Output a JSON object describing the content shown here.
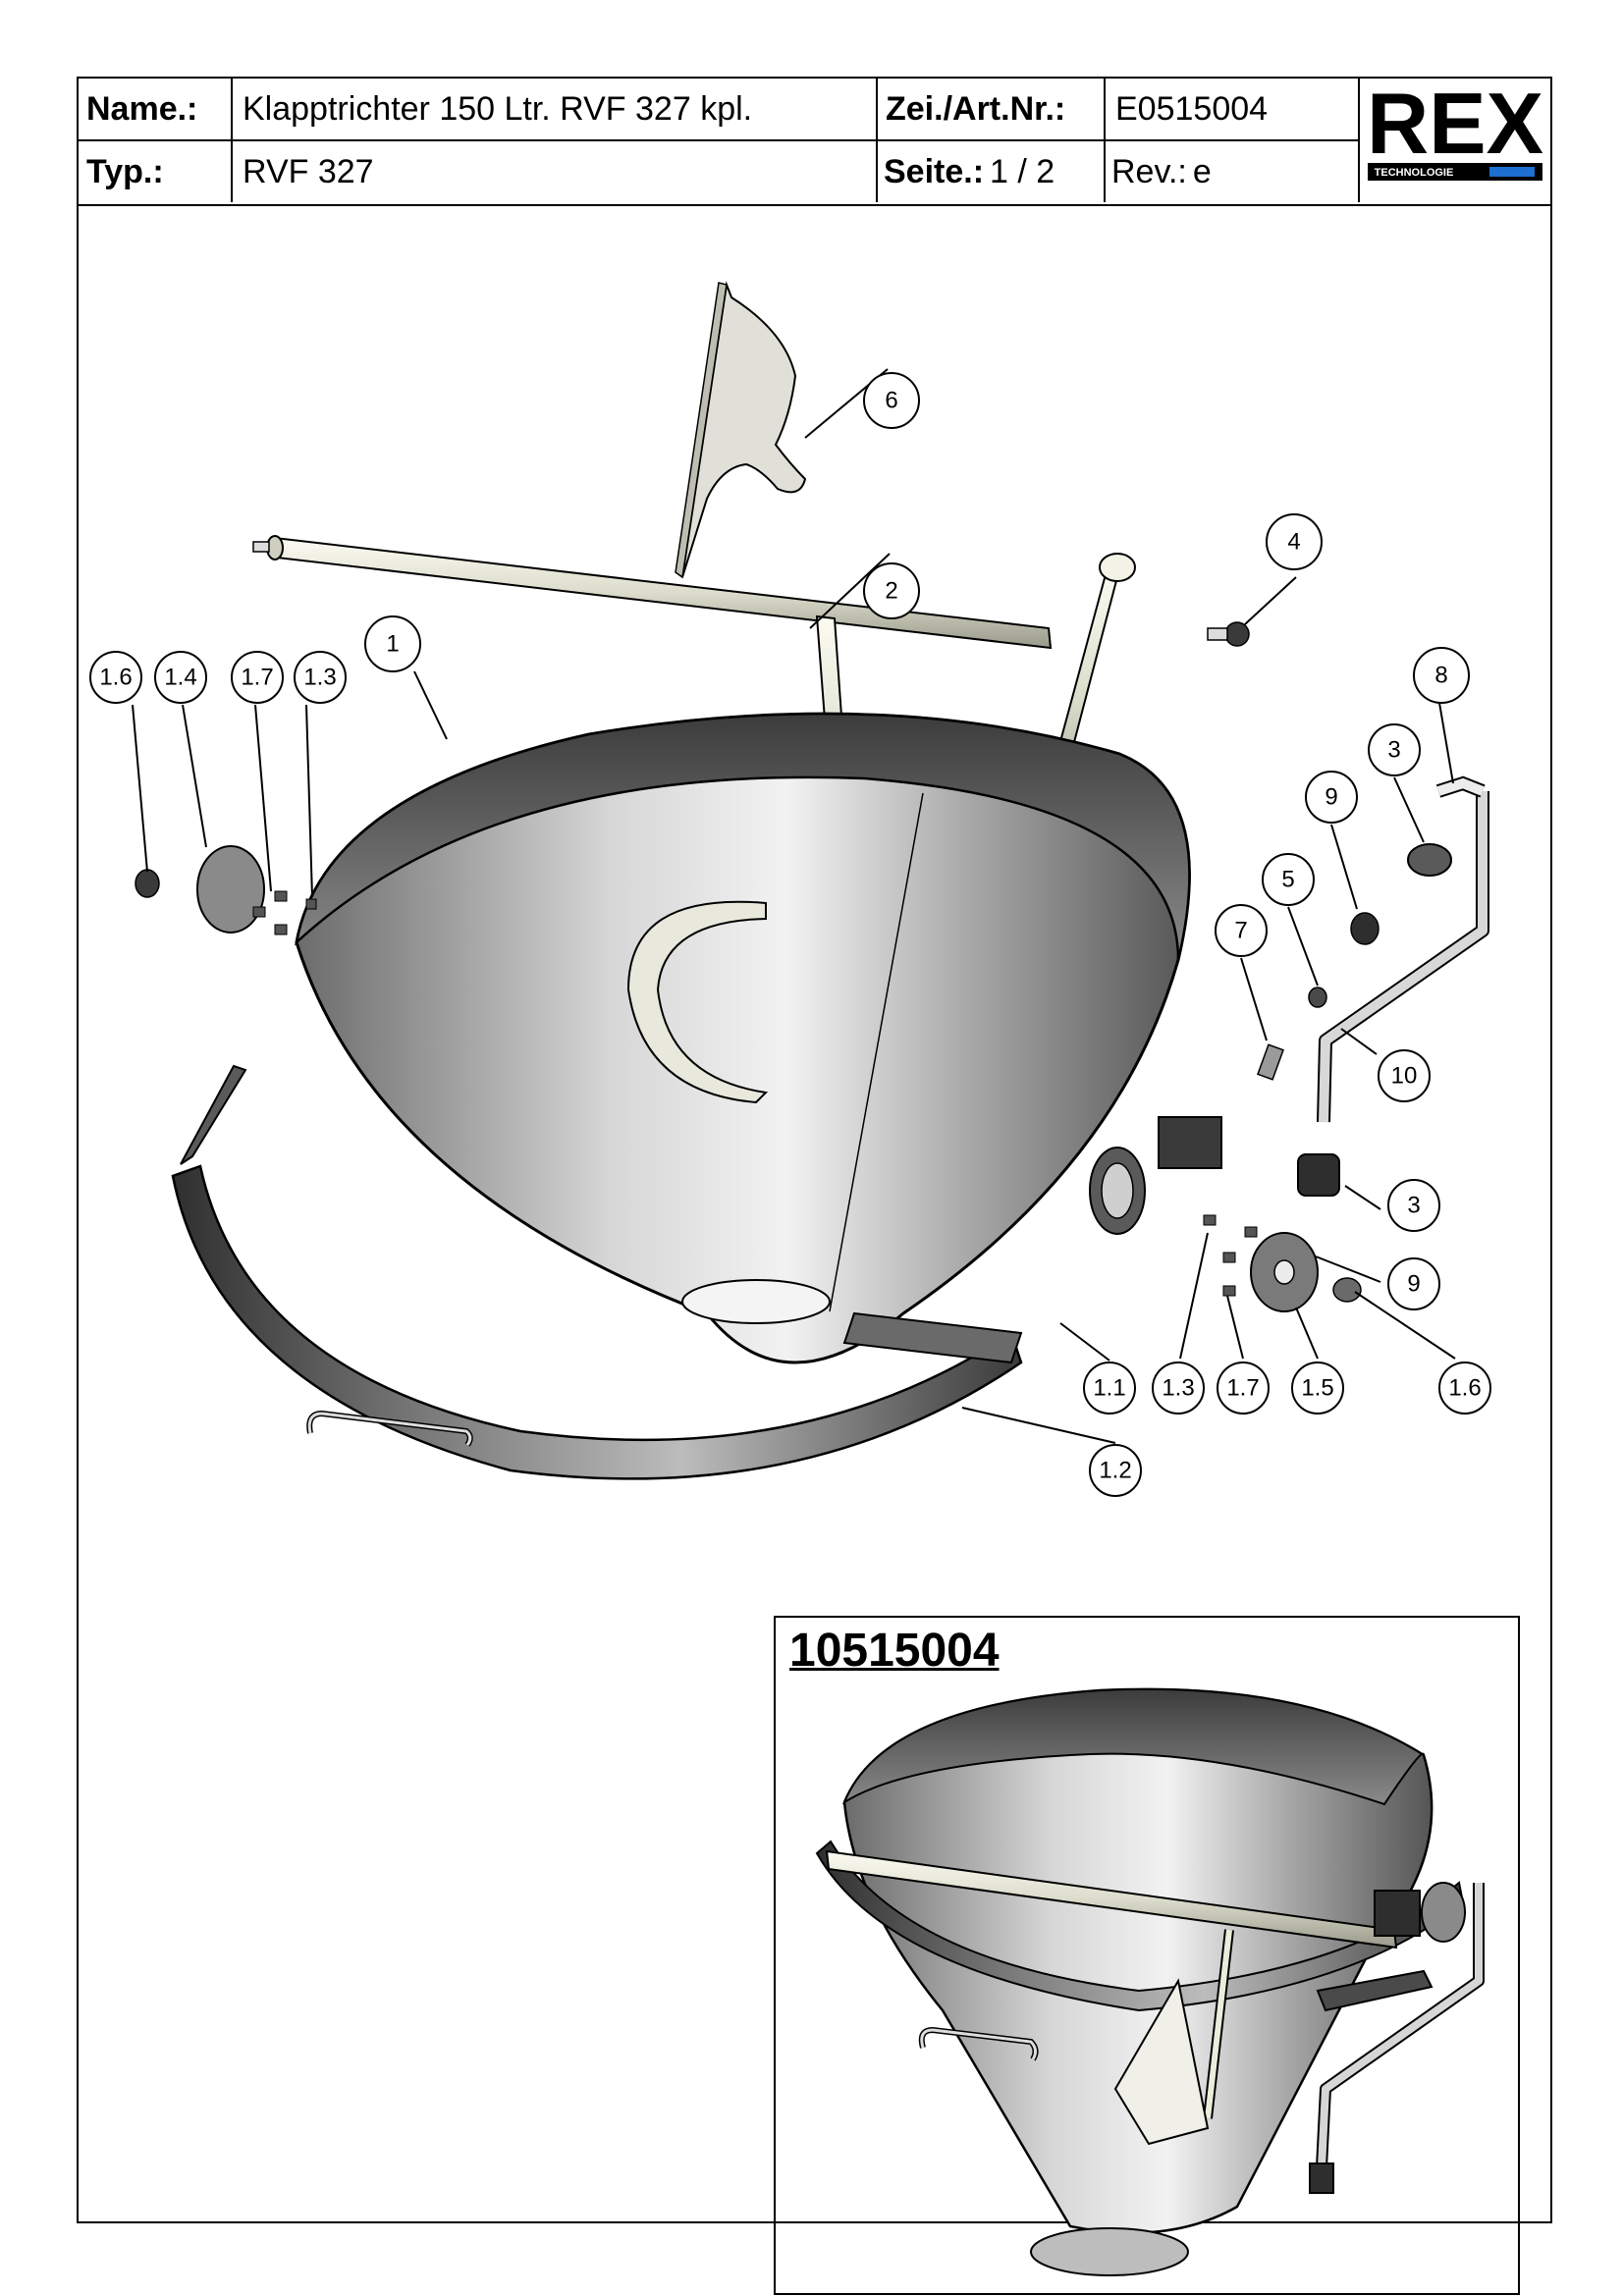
{
  "title_block": {
    "name_label": "Name.:",
    "name_value": "Klapptrichter 150 Ltr. RVF 327  kpl.",
    "typ_label": "Typ.:",
    "typ_value": "RVF 327",
    "zei_label": "Zei./Art.Nr.:",
    "zei_value": "E0515004",
    "seite_label": "Seite.:",
    "seite_value": "1 / 2",
    "rev_label": "Rev.:",
    "rev_value": "e"
  },
  "logo": {
    "text": "REX",
    "subtext": "TECHNOLOGIE"
  },
  "callouts": {
    "c6": "6",
    "c2": "2",
    "c4": "4",
    "c8": "8",
    "c1": "1",
    "c16a": "1.6",
    "c14": "1.4",
    "c17a": "1.7",
    "c13a": "1.3",
    "c3a": "3",
    "c9a": "9",
    "c5": "5",
    "c7": "7",
    "c10": "10",
    "c3b": "3",
    "c9b": "9",
    "c11": "1.1",
    "c13b": "1.3",
    "c17b": "1.7",
    "c15": "1.5",
    "c16b": "1.6",
    "c12": "1.2"
  },
  "inset": {
    "title": "10515004"
  },
  "colors": {
    "steel_dark": "#4a4a4a",
    "steel_mid": "#8c8c8c",
    "steel_light": "#e9e9e9",
    "tube": "#e6e6d6",
    "logo_blue": "#1d6fd1"
  }
}
